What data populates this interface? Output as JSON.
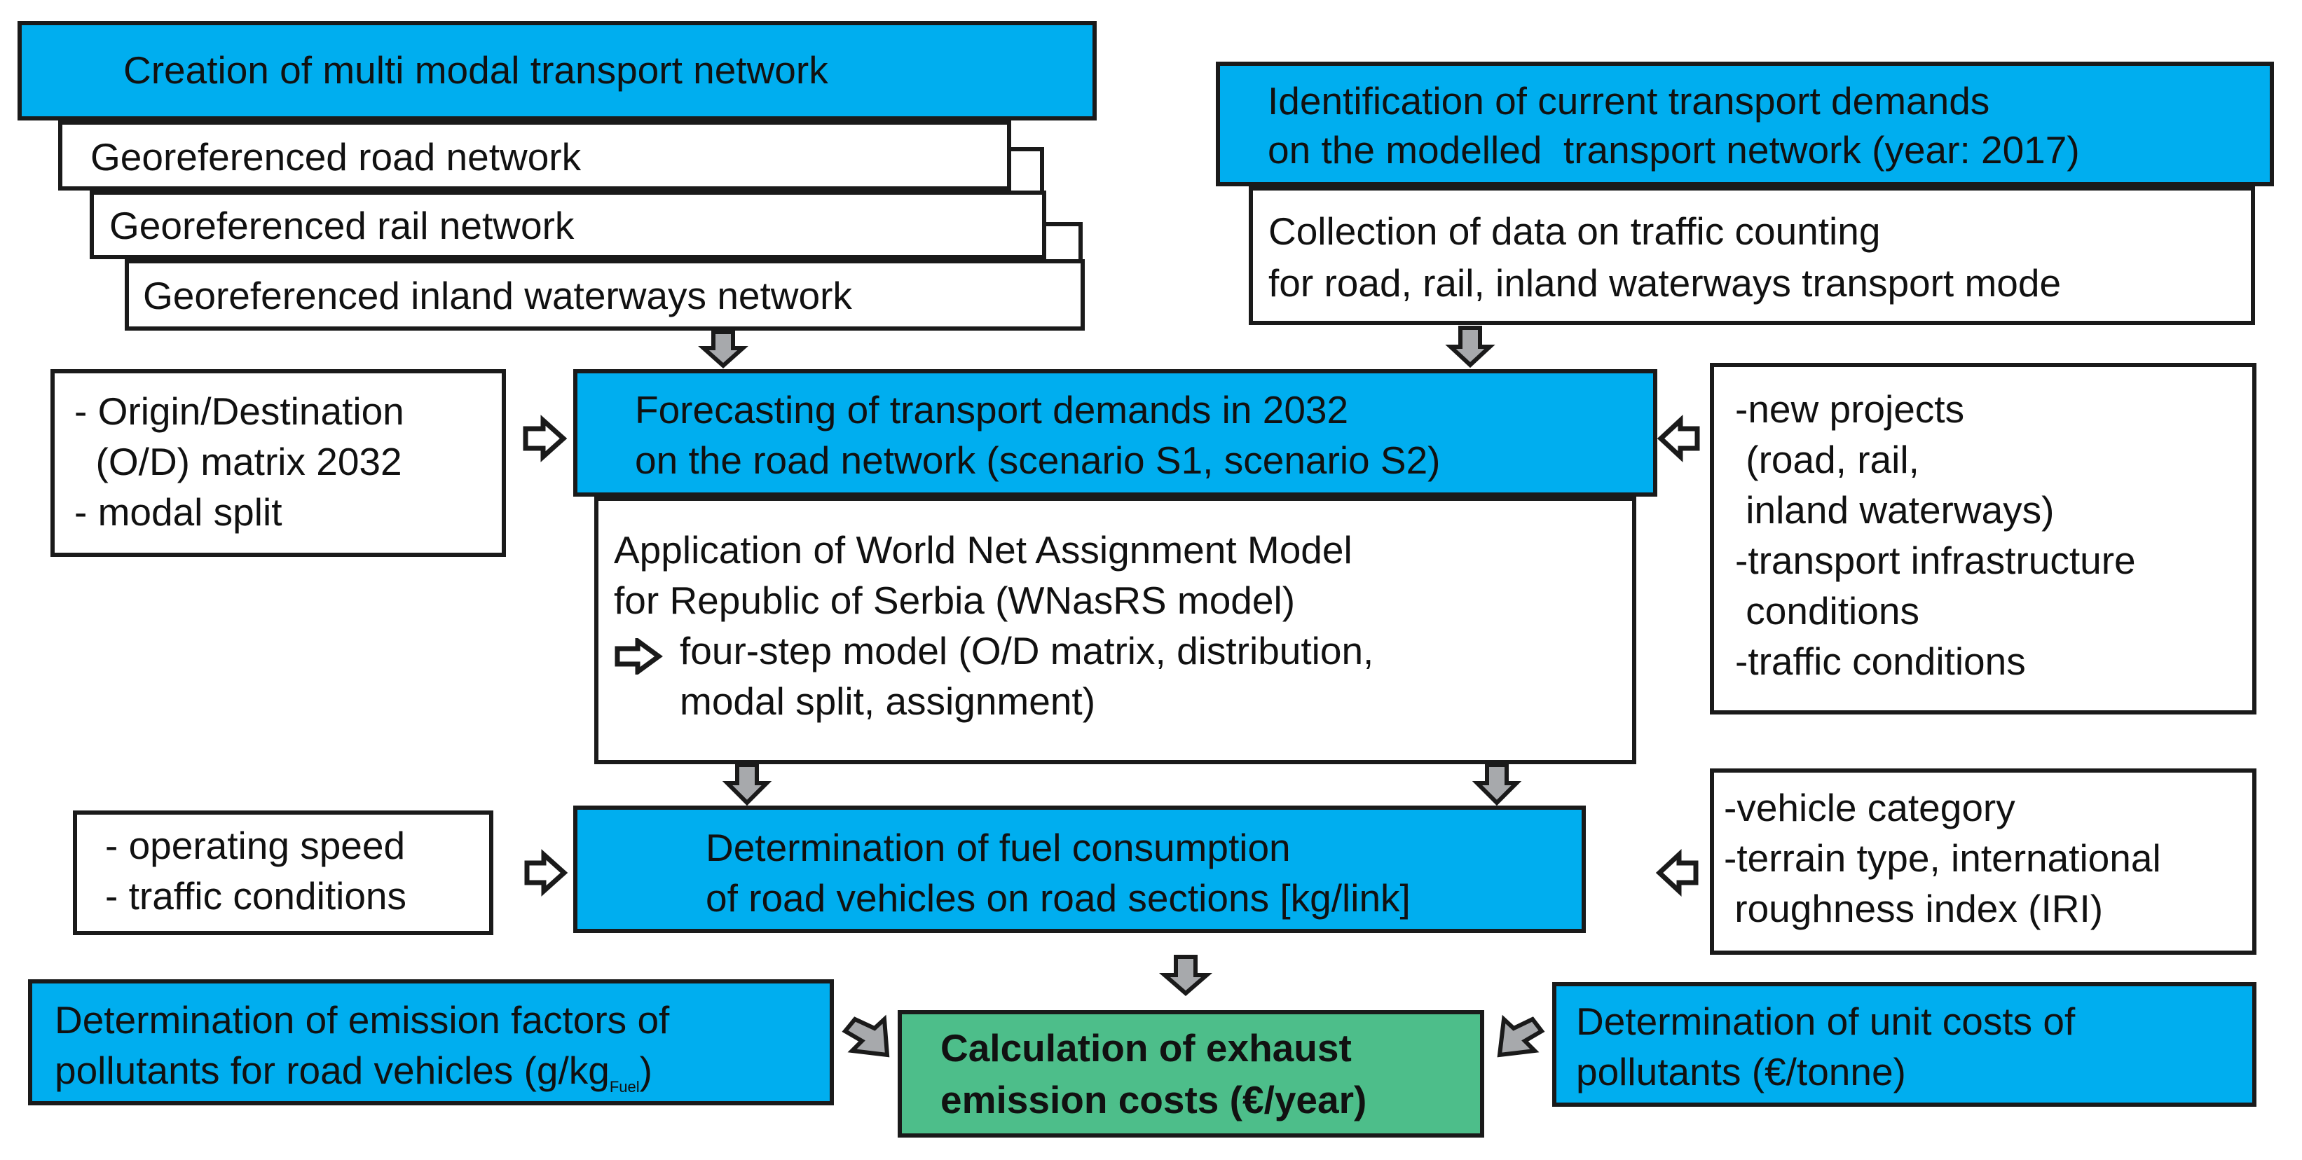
{
  "network_creation": {
    "title": "Creation of multi modal transport network",
    "road": "Georeferenced road network",
    "rail": "Georeferenced rail network",
    "waterways": "Georeferenced inland waterways network"
  },
  "current_demands": {
    "title_line1": "Identification of current transport demands",
    "title_line2": "on the modelled  transport network (year: 2017)",
    "detail_line1": "Collection of data on traffic counting",
    "detail_line2": "for road, rail, inland waterways transport mode"
  },
  "od_inputs": {
    "line1": "- Origin/Destination",
    "line2": "  (O/D) matrix 2032",
    "line3": "- modal split"
  },
  "forecasting": {
    "title_line1": "Forecasting of transport demands in 2032",
    "title_line2": "on the road network (scenario S1, scenario S2)",
    "detail_line1": "Application of World Net Assignment Model",
    "detail_line2": "for Republic of Serbia (WNasRS model)",
    "detail_line3": "four-step model (O/D matrix, distribution,",
    "detail_line4": "modal split, assignment)"
  },
  "projects": {
    "line1": "-new projects",
    "line2": " (road, rail,",
    "line3": " inland waterways)",
    "line4": "-transport infrastructure",
    "line5": " conditions",
    "line6": "-traffic conditions"
  },
  "speed_inputs": {
    "line1": "- operating speed",
    "line2": "- traffic conditions"
  },
  "fuel": {
    "title_line1": "Determination of fuel consumption",
    "title_line2": "of road vehicles on road sections [kg/link]"
  },
  "vehicle_inputs": {
    "line1": "-vehicle category",
    "line2": "-terrain type, international",
    "line3": " roughness index (IRI)"
  },
  "emission_factors": {
    "line1": "Determination of emission factors of",
    "line2": "pollutants for road vehicles (g/kg",
    "subscript": "Fuel",
    "line2_end": ")"
  },
  "result": {
    "line1": "Calculation of exhaust",
    "line2": "emission costs (€/year)"
  },
  "unit_costs": {
    "line1": "Determination of unit costs of",
    "line2": "pollutants (€/tonne)"
  },
  "colors": {
    "process_box": "#00aeef",
    "result_box": "#4dbe8a",
    "flow_arrow": "#a7a9ac"
  }
}
